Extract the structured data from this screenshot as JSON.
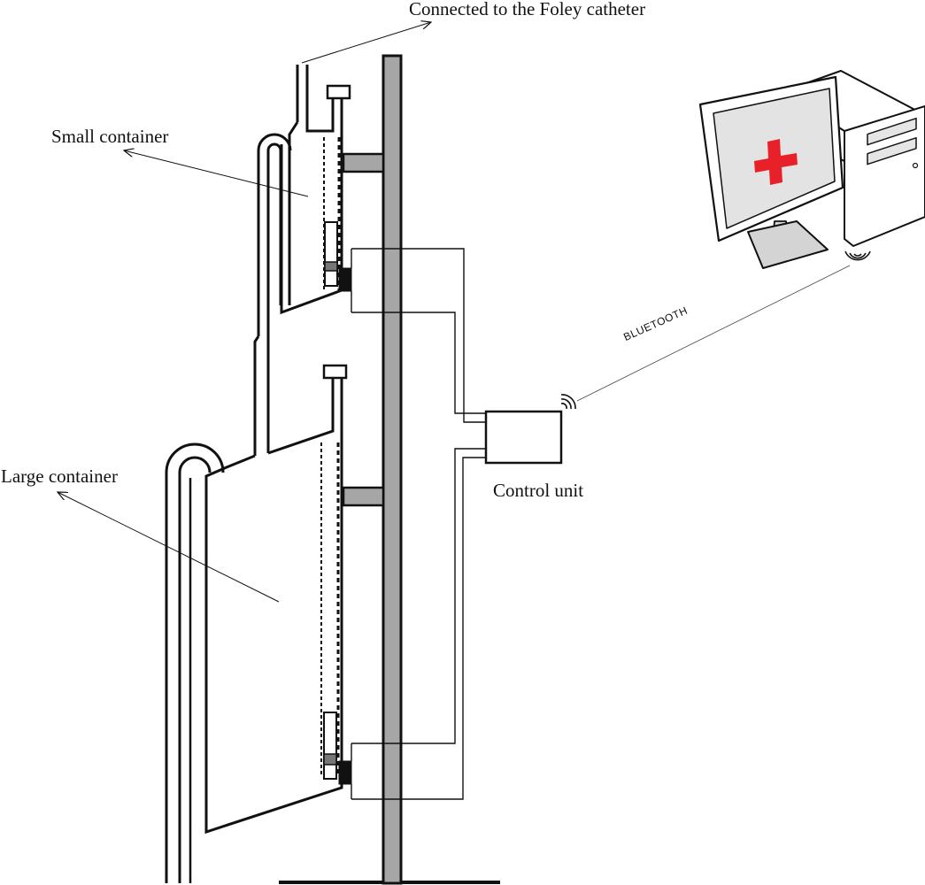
{
  "labels": {
    "foley": "Connected to the Foley catheter",
    "small_container": "Small container",
    "large_container": "Large container",
    "control_unit": "Control unit",
    "bluetooth": "BLUETOOTH"
  },
  "colors": {
    "stand": "#a6a6a6",
    "monitor_screen": "#e3e3e3",
    "monitor_base": "#d4d4d4",
    "cross": "#e8202a",
    "line": "#111111"
  },
  "icons": {
    "computer": "desktop-computer-icon",
    "medical_cross": "red-cross-icon",
    "wireless": "wireless-signal-icon"
  }
}
